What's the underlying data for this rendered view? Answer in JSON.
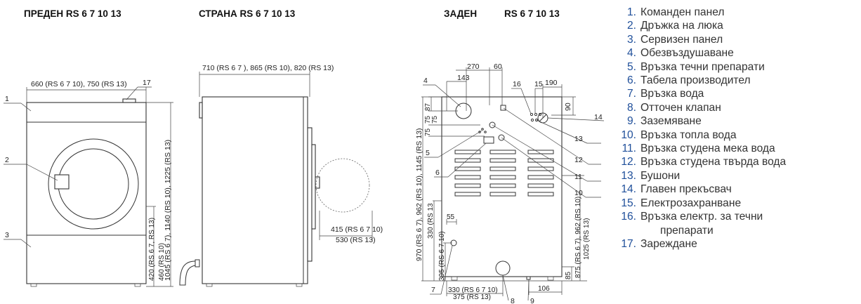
{
  "views": {
    "front_title": "ПРЕДЕН RS 6 7 10 13",
    "side_title": "СТРАНА RS 6 7 10 13",
    "back_title_a": "ЗАДЕН",
    "back_title_b": "RS 6 7 10 13"
  },
  "dimensions": {
    "front_width": "660 (RS 6 7 10), 750 (RS 13)",
    "front_height": "1045 (RS 6 7), 1140 (RS 10), 1225 (RS 13)",
    "front_lower_a": "420 (RS 6 7, RS 13)",
    "front_lower_b": "460 (RS 10)",
    "side_depth": "710 (RS 6 7 ), 865 (RS 10), 820 (RS 13)",
    "side_door_a": "415 (RS 6 7 10)",
    "side_door_b": "530 (RS 13)",
    "back_270": "270",
    "back_60": "60",
    "back_143": "143",
    "back_190": "190",
    "back_87": "87",
    "back_90": "90",
    "back_75a": "75",
    "back_75b": "75",
    "back_75c": "75",
    "back_left_tall": "970 (RS 6 7), 962 (RS 10), 1145 (RS 13)",
    "back_left_mid": "330 (RS 13",
    "back_55": "55",
    "back_395": "395 (RS 6 7 10)",
    "back_330": "330 (RS 6 7 10)",
    "back_375": "375 (RS 13)",
    "back_106": "106",
    "back_85": "85",
    "back_right_a": "875 (RS 6 7), 962 (RS 10)",
    "back_right_b": "1025 (RS 13)"
  },
  "callouts": [
    "1",
    "2",
    "3",
    "4",
    "5",
    "6",
    "7",
    "8",
    "9",
    "10",
    "11",
    "12",
    "13",
    "14",
    "15",
    "16",
    "17"
  ],
  "legend": [
    {
      "num": "1.",
      "text": "Команден панел"
    },
    {
      "num": "2.",
      "text": "Дръжка на люка"
    },
    {
      "num": "3.",
      "text": "Сервизен панел"
    },
    {
      "num": "4.",
      "text": "Обезвъздушаване"
    },
    {
      "num": "5.",
      "text": "Връзка течни препарати"
    },
    {
      "num": "6.",
      "text": "Табела производител"
    },
    {
      "num": "7.",
      "text": "Връзка вода"
    },
    {
      "num": "8.",
      "text": "Отточен клапан"
    },
    {
      "num": "9.",
      "text": "Заземяване"
    },
    {
      "num": "10.",
      "text": "Връзка топла вода"
    },
    {
      "num": "11.",
      "text": "Връзка студена мека вода"
    },
    {
      "num": "12.",
      "text": "Връзка студена твърда вода"
    },
    {
      "num": "13.",
      "text": "Бушони"
    },
    {
      "num": "14.",
      "text": "Главен прекъсвач"
    },
    {
      "num": "15.",
      "text": "Електрозахранване"
    },
    {
      "num": "16.",
      "text": "Връзка електр. за течни",
      "cont": "препарати"
    },
    {
      "num": "17.",
      "text": "Зареждане"
    }
  ]
}
